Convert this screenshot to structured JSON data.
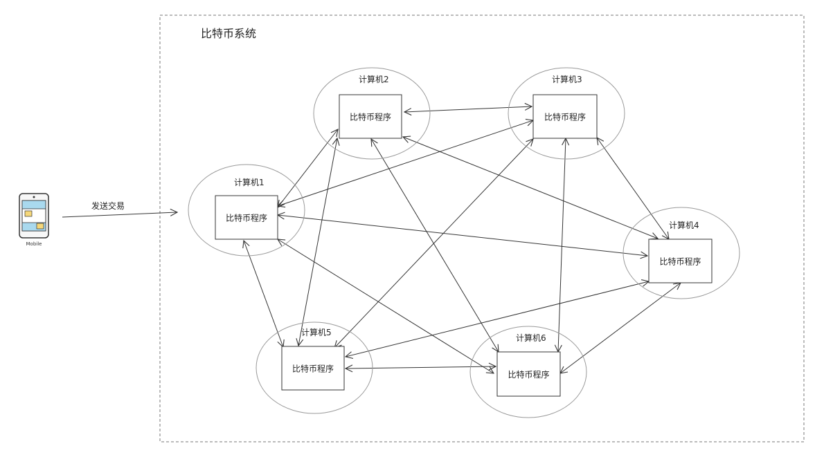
{
  "system": {
    "title": "比特币系统"
  },
  "mobile": {
    "label": "Mobile",
    "arrow_label": "发送交易"
  },
  "program_label": "比特币程序",
  "computers": [
    {
      "id": "c1",
      "name": "计算机1"
    },
    {
      "id": "c2",
      "name": "计算机2"
    },
    {
      "id": "c3",
      "name": "计算机3"
    },
    {
      "id": "c4",
      "name": "计算机4"
    },
    {
      "id": "c5",
      "name": "计算机5"
    },
    {
      "id": "c6",
      "name": "计算机6"
    }
  ],
  "connections": [
    [
      "c1",
      "c2"
    ],
    [
      "c1",
      "c3"
    ],
    [
      "c1",
      "c4"
    ],
    [
      "c1",
      "c5"
    ],
    [
      "c1",
      "c6"
    ],
    [
      "c2",
      "c3"
    ],
    [
      "c2",
      "c4"
    ],
    [
      "c2",
      "c5"
    ],
    [
      "c2",
      "c6"
    ],
    [
      "c3",
      "c4"
    ],
    [
      "c3",
      "c5"
    ],
    [
      "c3",
      "c6"
    ],
    [
      "c4",
      "c5"
    ],
    [
      "c4",
      "c6"
    ],
    [
      "c5",
      "c6"
    ]
  ],
  "colors": {
    "stroke": "#333333",
    "ellipse": "#999999",
    "border": "#777777",
    "phone_screen": "#a9d9ee",
    "phone_note": "#f5d77a"
  }
}
